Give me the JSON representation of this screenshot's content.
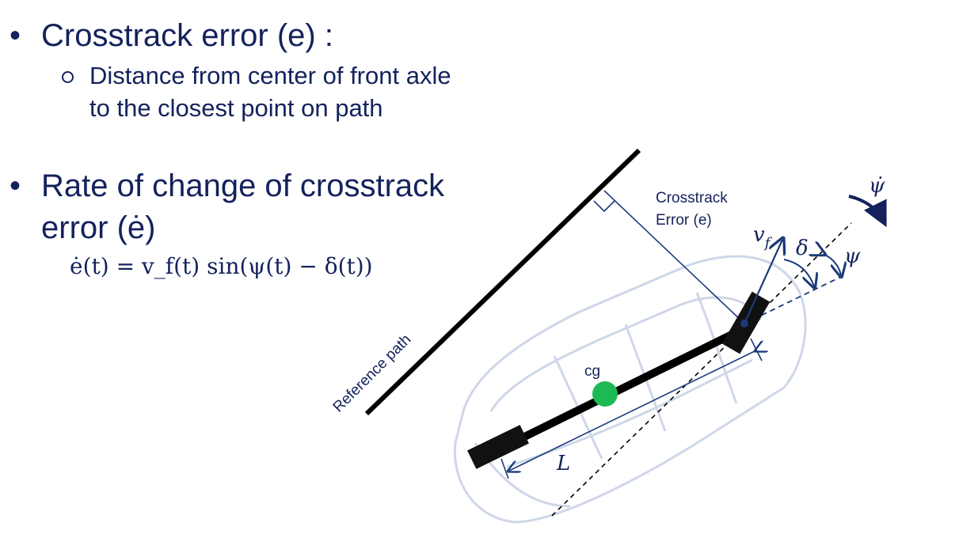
{
  "bullets": {
    "crosstrack_title": "Crosstrack error (e) :",
    "crosstrack_sub_line1": "Distance from center of front axle",
    "crosstrack_sub_line2": "to the closest point on path",
    "rate_line1": "Rate of change of crosstrack",
    "rate_line2": "error (ė)",
    "rate_equation": "ė(t) = v_f(t) sin(ψ(t) − δ(t))"
  },
  "diagram": {
    "reference_path_label": "Reference path",
    "crosstrack_error_label_line1": "Crosstrack",
    "crosstrack_error_label_line2": "Error (e)",
    "cg_label": "cg",
    "wheelbase_label": "L",
    "velocity_label": "v",
    "velocity_subscript": "f",
    "steer_angle_label": "δ",
    "heading_label": "ψ",
    "yaw_rate_label": "ψ̇"
  },
  "colors": {
    "text": "#14225c",
    "arrow": "#1b3a7a",
    "cg": "#1db954",
    "car_outline": "#c9d3e6"
  }
}
